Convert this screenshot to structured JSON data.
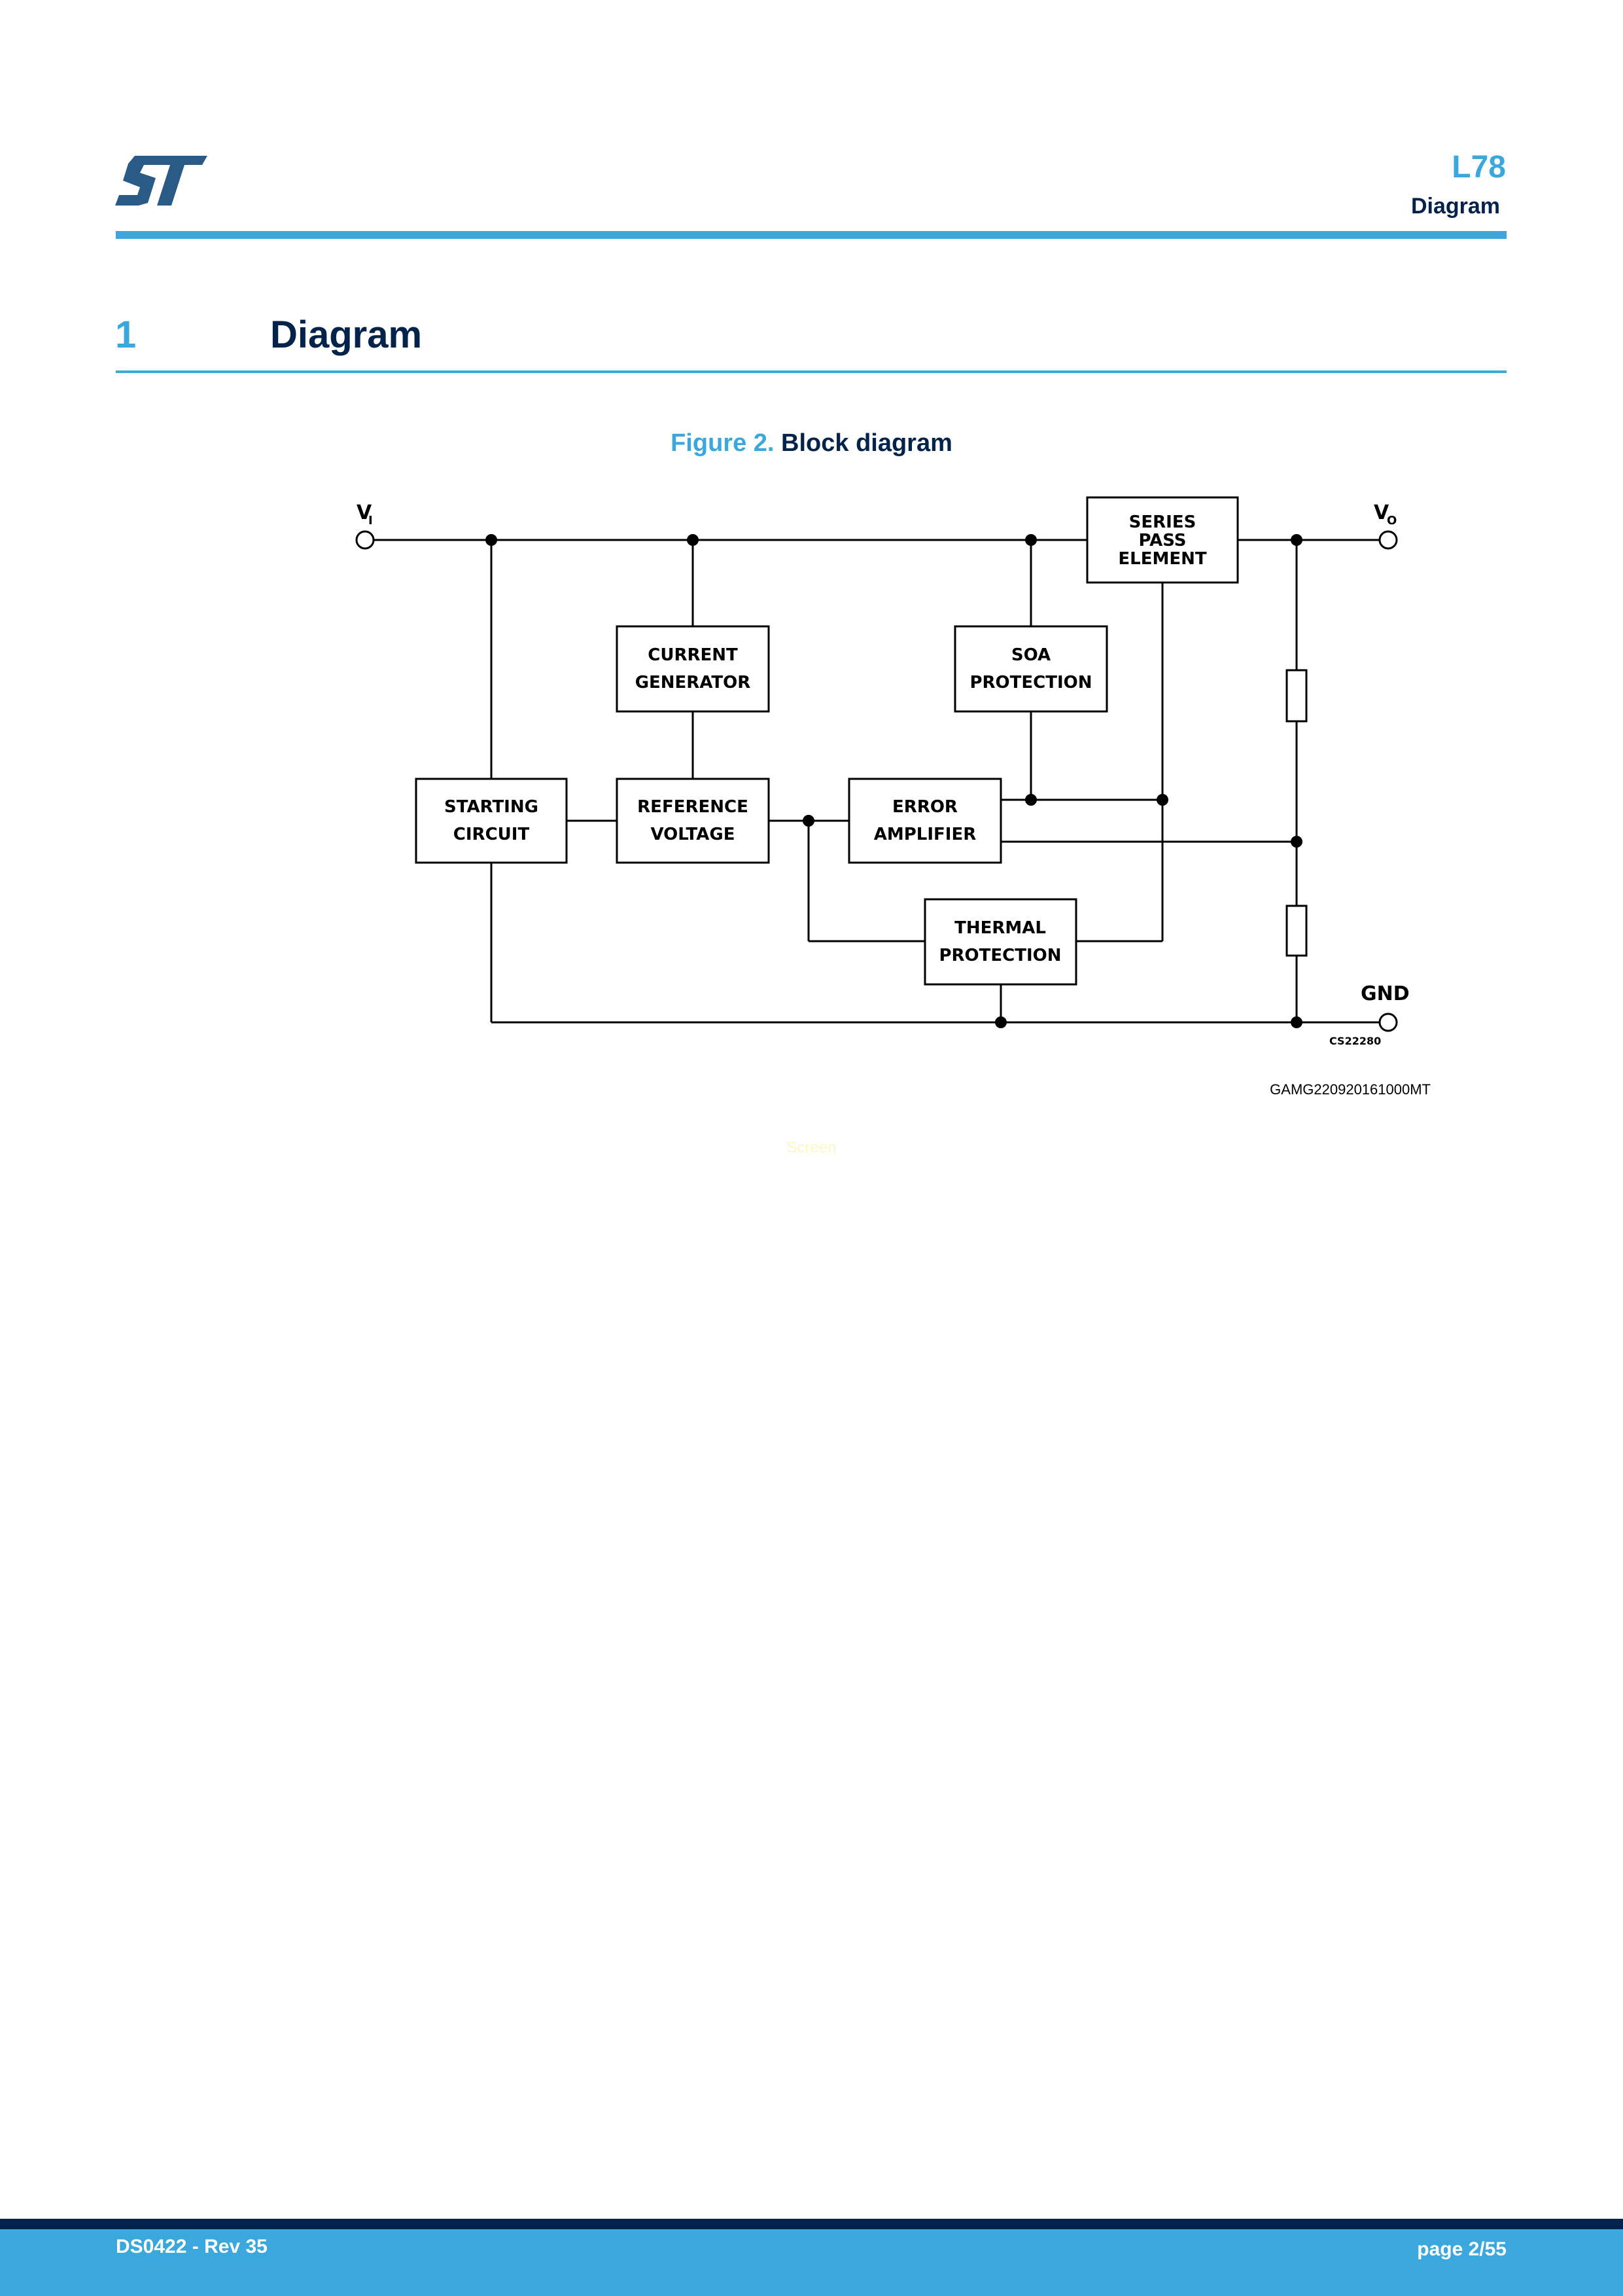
{
  "header": {
    "logo": "st-logo",
    "doc_id": "L78",
    "doc_subtitle": "Diagram"
  },
  "section": {
    "number": "1",
    "title": "Diagram"
  },
  "figure": {
    "number_label": "Figure 2.",
    "title": "Block diagram",
    "blocks": {
      "series_pass": [
        "SERIES",
        "PASS",
        "ELEMENT"
      ],
      "current_generator": [
        "CURRENT",
        "GENERATOR"
      ],
      "soa_protection": [
        "SOA",
        "PROTECTION"
      ],
      "starting_circuit": [
        "STARTING",
        "CIRCUIT"
      ],
      "reference_voltage": [
        "REFERENCE",
        "VOLTAGE"
      ],
      "error_amplifier": [
        "ERROR",
        "AMPLIFIER"
      ],
      "thermal_protection": [
        "THERMAL",
        "PROTECTION"
      ]
    },
    "terminals": {
      "input_main": "V",
      "input_sub": "I",
      "output_main": "V",
      "output_sub": "O",
      "ground": "GND"
    },
    "drawing_code": "CS22280",
    "reference_code": "GAMG220920161000MT",
    "hidden_note": "Screen"
  },
  "footer": {
    "doc_rev": "DS0422 - Rev 35",
    "page": "page 2/55"
  },
  "colors": {
    "accent": "#3aa8dc",
    "navy": "#03234b",
    "logo": "#2a5b87"
  }
}
